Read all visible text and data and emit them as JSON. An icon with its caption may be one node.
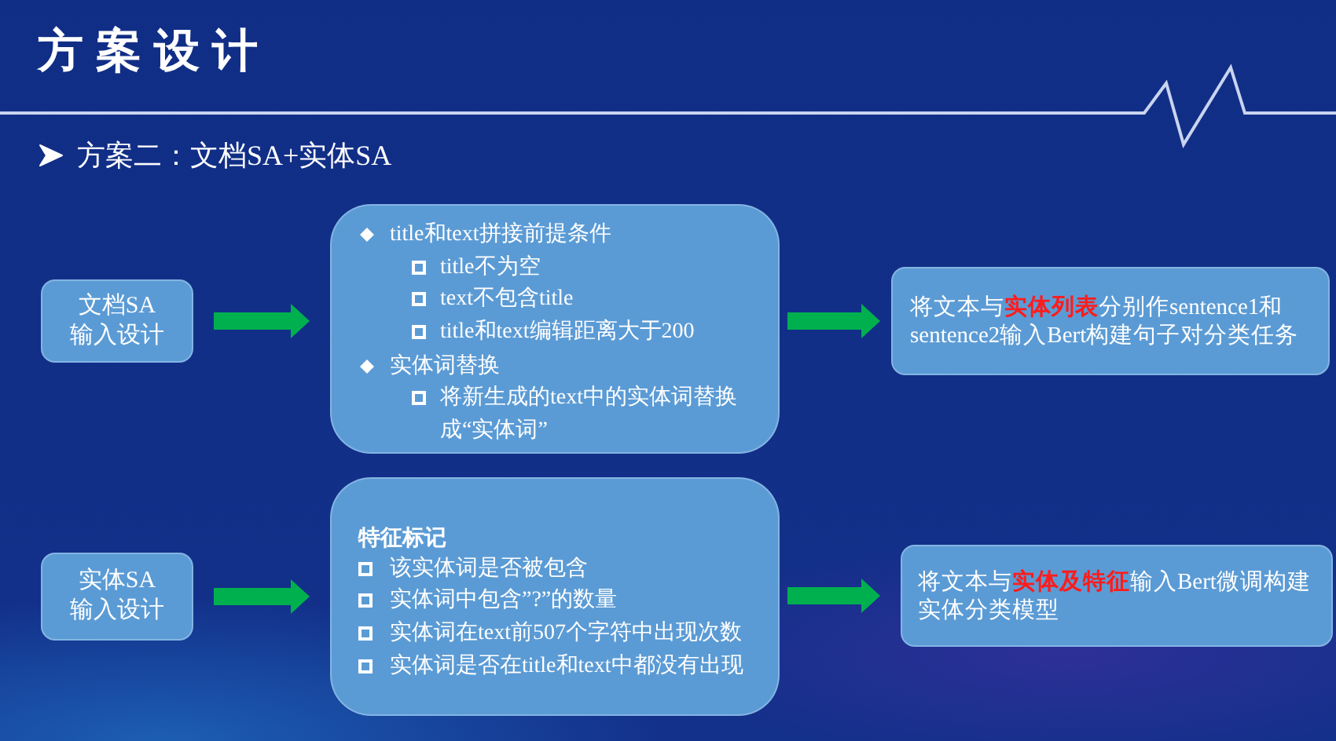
{
  "diagram": {
    "title": "方案设计",
    "nodes": [
      {
        "text": [
          "文档SA输入设计"
        ]
      },
      {
        "text": [
          "title和text拼接前提条件",
          "title不为空",
          "text不包含title",
          "title和text编辑距离大于200",
          "实体词替换",
          "将新生成的text中的实体词替换成“实体词”"
        ]
      },
      {
        "text": [
          "将文本与**实体列表**分别作sentence1和sentence2输入Bert构建句子对分类任务"
        ]
      },
      {
        "text": [
          "实体SA输入设计"
        ]
      },
      {
        "text": [
          "特征标记",
          "该实体词是否被包含",
          "实体词中包含”?”的数量",
          "实体词在text前507个字符中出现次数",
          "实体词是否在title和text中都没有出现"
        ]
      },
      {
        "text": [
          "将文本与**实体及特征**输入Bert微调构建实体分类模型"
        ]
      }
    ],
    "edges": [
      {
        "from": 0,
        "to": 1,
        "arrow": "to"
      },
      {
        "from": 1,
        "to": 2,
        "arrow": "to"
      },
      {
        "from": 3,
        "to": 4,
        "arrow": "to"
      },
      {
        "from": 4,
        "to": 5,
        "arrow": "to"
      }
    ],
    "labels": [
      "方案二：文档SA+实体SA"
    ]
  }
}
